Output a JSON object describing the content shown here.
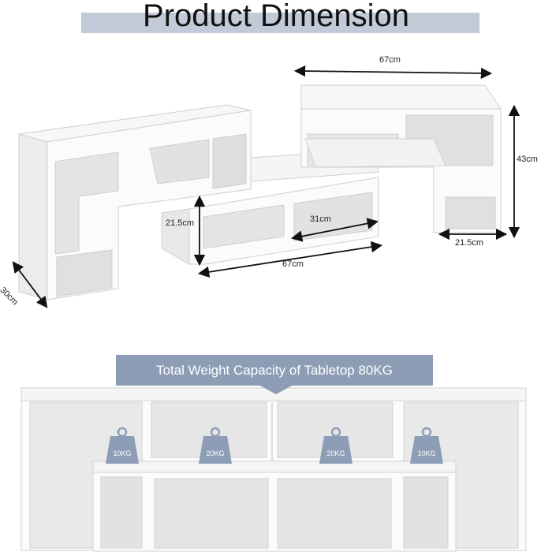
{
  "header": {
    "title": "Product Dimension"
  },
  "dimensions": {
    "top_width": "67cm",
    "height": "43cm",
    "side_depth": "21.5cm",
    "shelf_height": "21.5cm",
    "compartment_width": "31cm",
    "bottom_width": "67cm",
    "depth": "30cm"
  },
  "capacity": {
    "banner": "Total Weight Capacity of Tabletop 80KG",
    "weights": [
      "10KG",
      "20KG",
      "20KG",
      "10KG"
    ]
  }
}
